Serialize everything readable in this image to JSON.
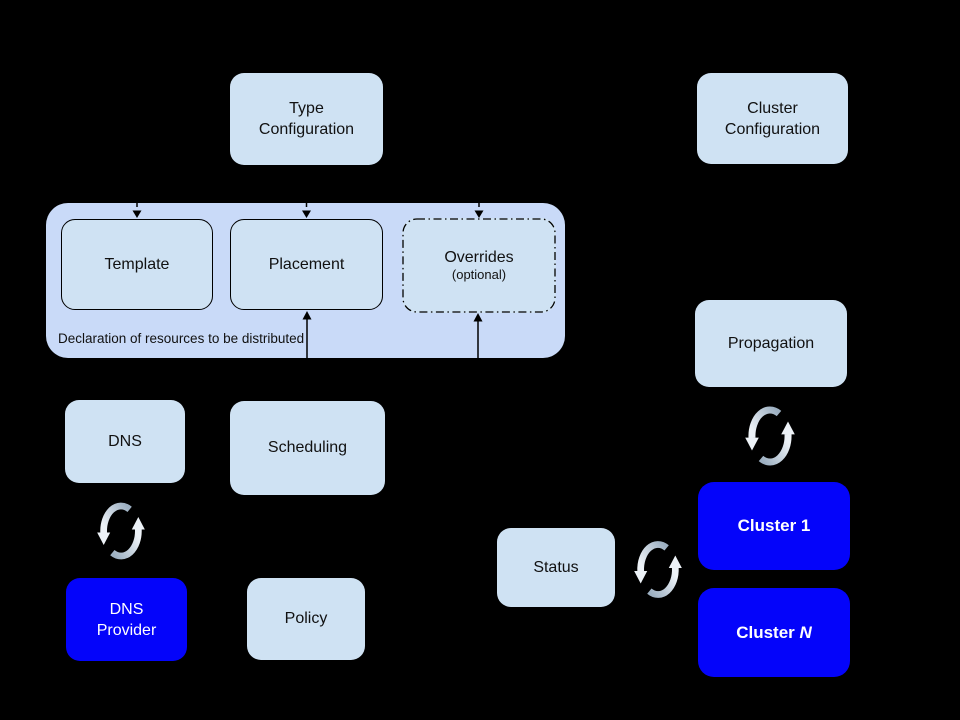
{
  "diagram": {
    "nodes": {
      "type_configuration": {
        "line1": "Type",
        "line2": "Configuration"
      },
      "cluster_configuration": {
        "line1": "Cluster",
        "line2": "Configuration"
      },
      "template": {
        "label": "Template"
      },
      "placement": {
        "label": "Placement"
      },
      "overrides": {
        "label": "Overrides",
        "sublabel": "(optional)"
      },
      "resource_container": {
        "caption": "Declaration of resources to be distributed"
      },
      "dns": {
        "label": "DNS"
      },
      "scheduling": {
        "label": "Scheduling"
      },
      "dns_provider": {
        "line1": "DNS",
        "line2": "Provider"
      },
      "policy": {
        "label": "Policy"
      },
      "propagation": {
        "label": "Propagation"
      },
      "cluster_1": {
        "label": "Cluster 1"
      },
      "cluster_n": {
        "prefix": "Cluster ",
        "italic": "N"
      },
      "status": {
        "label": "Status"
      }
    },
    "icons": {
      "sync": "circular-refresh-arrows"
    },
    "colors": {
      "background": "#000000",
      "box_fill": "#cfe2f3",
      "container_fill": "#c9daf8",
      "cluster_fill": "#0404fa",
      "box_text": "#111111",
      "cluster_text": "#ffffff",
      "connector": "#000000",
      "sync_arrow_dark": "#9db0c2",
      "sync_arrow_light": "#edf2f7"
    }
  }
}
